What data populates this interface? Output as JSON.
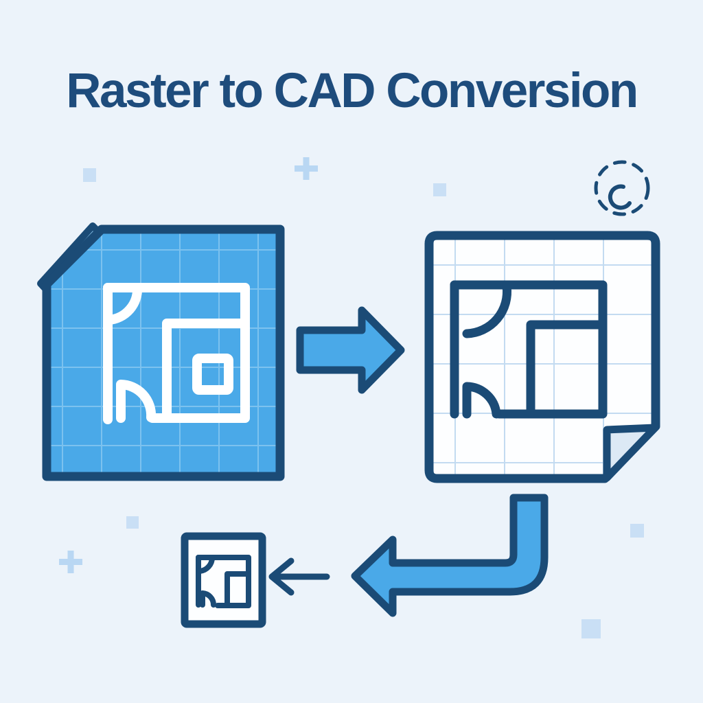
{
  "title": "Raster to CAD Conversion",
  "colors": {
    "bg": "#ECF3FA",
    "navy": "#1E4C7C",
    "stroke_navy": "#1B4B76",
    "blue": "#4AA9E8",
    "blue_grid": "#7CC2EF",
    "flap_blue": "#8FCAF2",
    "page_white": "#FDFEFF",
    "white_grid": "#C3DBF1",
    "flap_white": "#DCE9F5",
    "deco_square": "#C9DFF5",
    "deco_plus": "#B9D7F3"
  },
  "elements": {
    "raster_document": "raster-floor-plan-page",
    "cad_document": "cad-floor-plan-page",
    "mini_document": "exported-drawing-thumbnail",
    "convert_arrow": "right-arrow",
    "return_arrow": "down-left-elbow-arrow",
    "import_arrow": "thin-left-arrow",
    "dashed_circle": "dashed-circle-with-spiral",
    "decorations": [
      "square",
      "plus",
      "square",
      "square",
      "plus",
      "square",
      "square"
    ]
  }
}
